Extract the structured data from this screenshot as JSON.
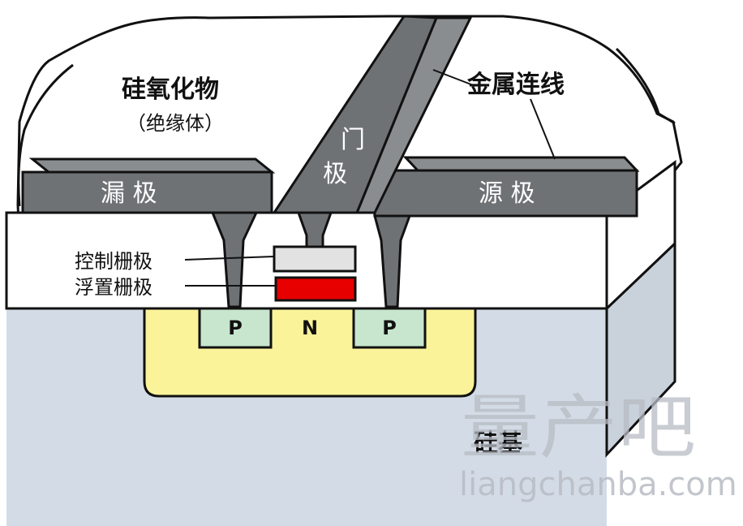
{
  "labels": {
    "oxide": "硅氧化物",
    "oxide_note": "（绝缘体）",
    "metal_wire": "金属连线",
    "gate_1": "门",
    "gate_2": "极",
    "drain": "漏 极",
    "source": "源 极",
    "control_gate": "控制栅极",
    "floating_gate": "浮置栅极",
    "p_left": "P",
    "n_region": "N",
    "p_right": "P",
    "substrate": "硅基"
  },
  "watermark": {
    "logo_text": "量产吧",
    "url": "liangchanba.com"
  },
  "colors": {
    "metal": "#6f7275",
    "metal_top": "#8a8d90",
    "oxide": "#ffffff",
    "substrate": "#d3dce6",
    "substrate_side": "#c9d1db",
    "n_well": "#fbf39a",
    "p_region": "#c7e6cd",
    "control_gate": "#e2e2e2",
    "floating_gate": "#e60000",
    "outline": "#111111"
  }
}
